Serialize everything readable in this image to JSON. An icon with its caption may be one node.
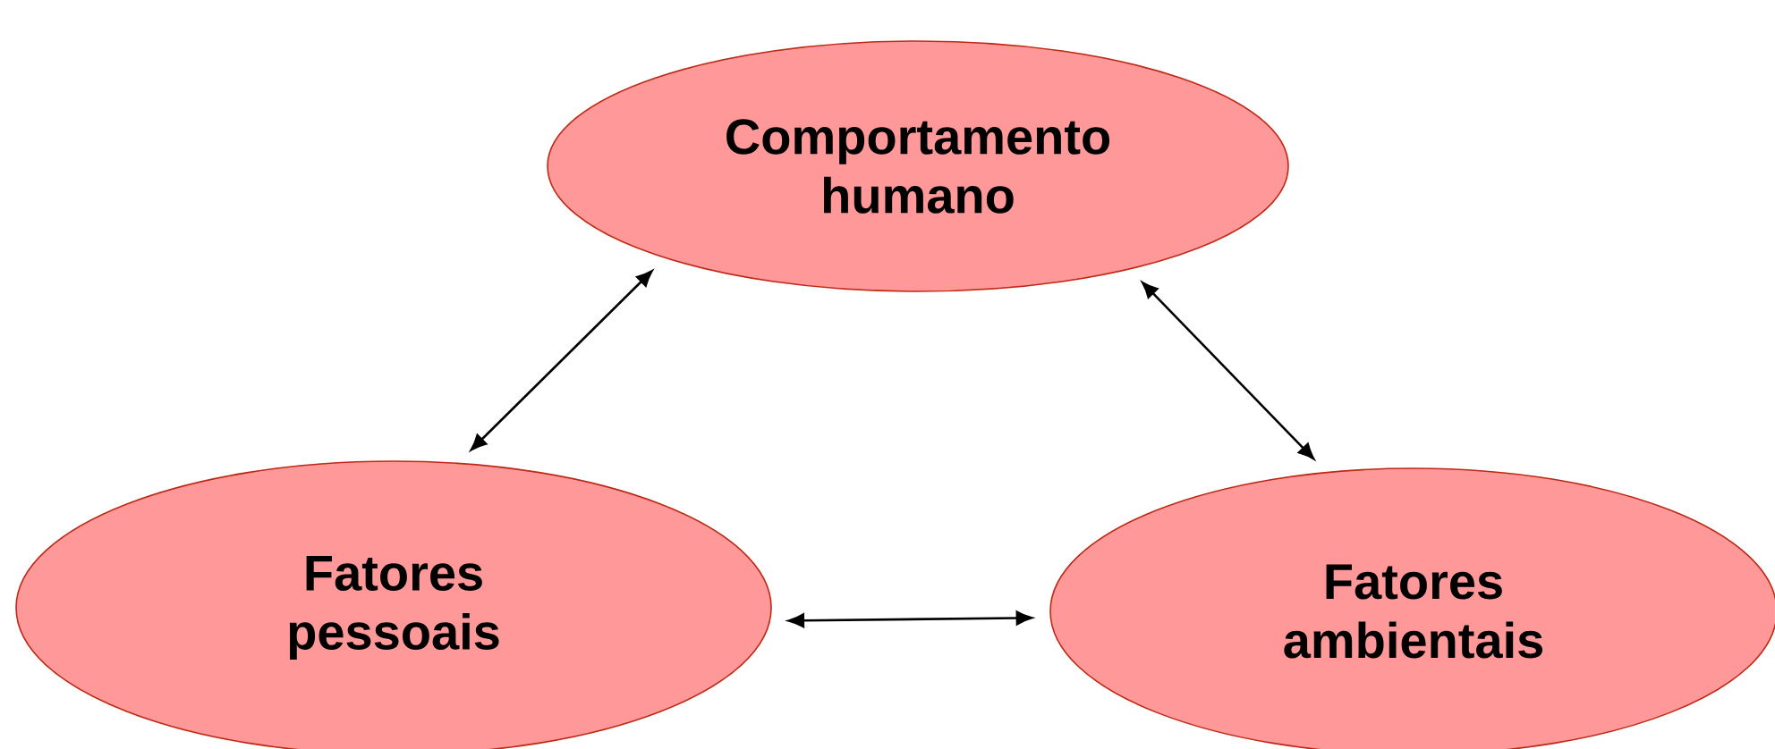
{
  "diagram": {
    "nodes": [
      {
        "text": [
          "Comportamento humano"
        ]
      },
      {
        "text": [
          "Fatores pessoais"
        ]
      },
      {
        "text": [
          "Fatores ambientais"
        ]
      }
    ],
    "edges": [
      {
        "from": 0,
        "to": 1,
        "arrow": "both"
      },
      {
        "from": 0,
        "to": 2,
        "arrow": "both"
      },
      {
        "from": 1,
        "to": 2,
        "arrow": "both"
      }
    ]
  }
}
